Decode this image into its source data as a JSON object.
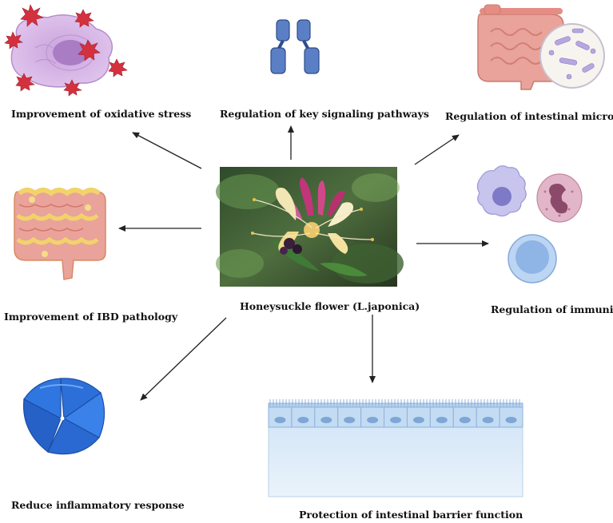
{
  "center": {
    "label": "Honeysuckle flower (L.japonica)"
  },
  "effects": {
    "oxidative": "Improvement  of oxidative stress",
    "signaling": "Regulation of key signaling pathways",
    "microbiota": "Regulation of intestinal microbiota",
    "ibd": "Improvement of IBD pathology",
    "immunity": "Regulation of immunity",
    "inflammatory": "Reduce inflammatory response",
    "barrier": "Protection of intestinal barrier function"
  },
  "icons": {
    "oxidative": "stressed-cell-icon",
    "signaling": "receptor-dimer-icon",
    "microbiota": "intestine-microbiota-icon",
    "ibd": "inflamed-intestine-icon",
    "immunity": "immune-cells-icon",
    "inflammatory": "inflammasome-icon",
    "barrier": "epithelial-barrier-icon",
    "center": "honeysuckle-flower-photo"
  },
  "colors": {
    "arrow": "#222222",
    "cell": "#d9b6e6",
    "receptor": "#5b7fc4",
    "intestine": "#e9a39a",
    "inflamed": "#f2d36b",
    "immune_blue": "#a9c6ee",
    "inflammasome": "#2d6fd8",
    "barrier": "#cfe3f6"
  }
}
